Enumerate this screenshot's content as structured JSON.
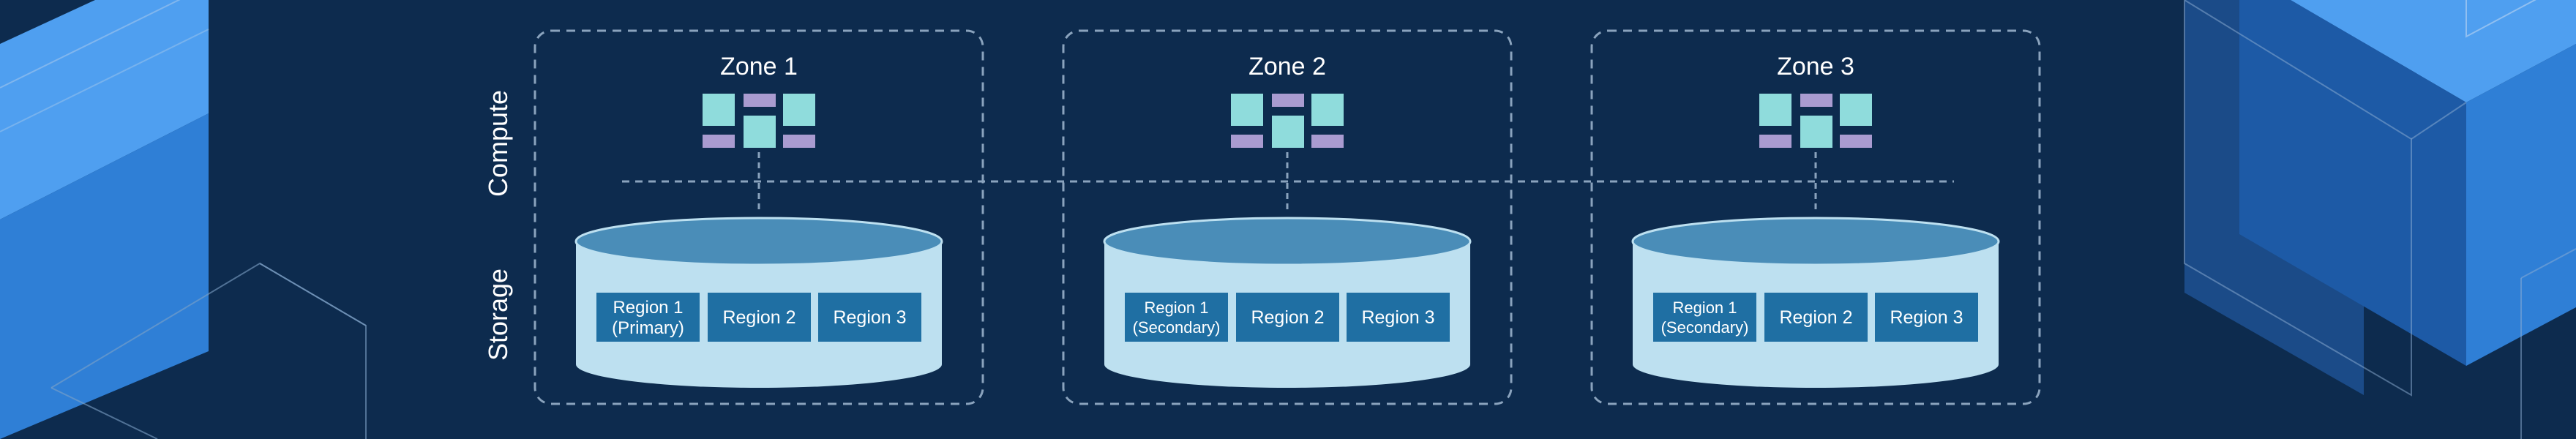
{
  "labels": {
    "compute": "Compute",
    "storage": "Storage"
  },
  "zones": [
    {
      "title": "Zone 1",
      "regions": [
        {
          "line1": "Region 1",
          "line2": "(Primary)"
        },
        {
          "line1": "Region 2",
          "line2": ""
        },
        {
          "line1": "Region 3",
          "line2": ""
        }
      ]
    },
    {
      "title": "Zone 2",
      "regions": [
        {
          "line1": "Region 1",
          "line2": "(Secondary)"
        },
        {
          "line1": "Region 2",
          "line2": ""
        },
        {
          "line1": "Region 3",
          "line2": ""
        }
      ]
    },
    {
      "title": "Zone 3",
      "regions": [
        {
          "line1": "Region 1",
          "line2": "(Secondary)"
        },
        {
          "line1": "Region 2",
          "line2": ""
        },
        {
          "line1": "Region 3",
          "line2": ""
        }
      ]
    }
  ],
  "colors": {
    "background": "#0d2b4e",
    "compute_node": "#8fdcdc",
    "compute_bar": "#a99bd0",
    "cylinder_top": "#4a8db8",
    "cylinder_body": "#bde0f0",
    "region_box": "#1f6fa3",
    "dashed_line": "#8aa3bd",
    "cube_light": "#4f9ff0",
    "cube_mid": "#2f7fd6",
    "cube_dark": "#1d5aa6"
  }
}
